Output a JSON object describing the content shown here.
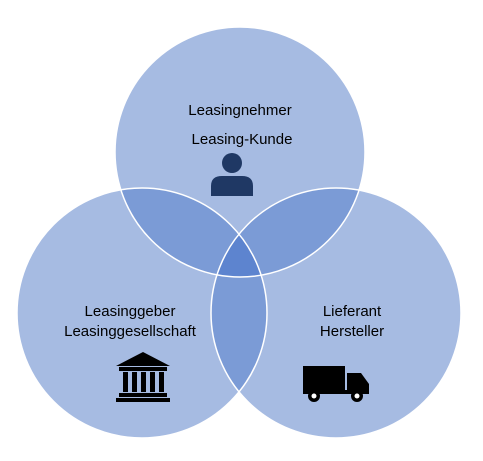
{
  "colors": {
    "circle_fill": "#a6bbe2",
    "circle_stroke": "#ffffff",
    "overlap_two": "#7b9bd6",
    "overlap_three": "#5d84cf",
    "icon": "#000000",
    "person_icon": "#1f3864"
  },
  "top_circle": {
    "line1": "Leasingnehmer",
    "line2": "Leasing-Kunde",
    "icon": "person-icon"
  },
  "left_circle": {
    "line1": "Leasinggeber",
    "line2": "Leasinggesellschaft",
    "icon": "bank-icon"
  },
  "right_circle": {
    "line1": "Lieferant",
    "line2": "Hersteller",
    "icon": "truck-icon"
  }
}
